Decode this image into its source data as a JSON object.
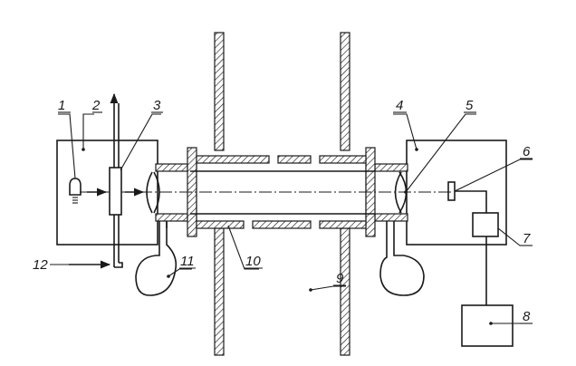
{
  "labels": {
    "l1": "1",
    "l2": "2",
    "l3": "3",
    "l4": "4",
    "l5": "5",
    "l6": "6",
    "l7": "7",
    "l8": "8",
    "l9": "9",
    "l10": "10",
    "l11": "11",
    "l12": "12"
  },
  "colors": {
    "ink": "#1a1a1a",
    "background": "#ffffff"
  }
}
